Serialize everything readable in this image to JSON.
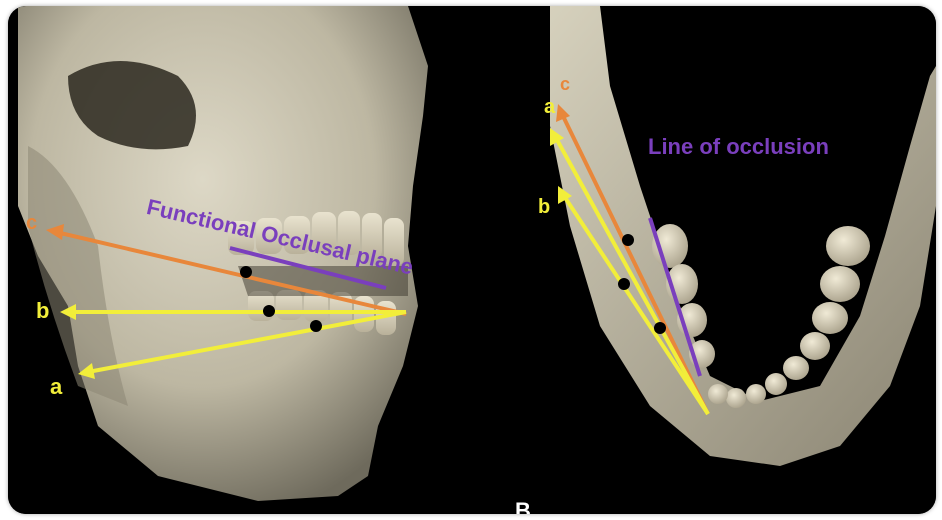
{
  "left_panel": {
    "plane_label": "Functional Occlusal plane",
    "line_labels": {
      "c": "c",
      "b": "b",
      "a": "a"
    }
  },
  "right_panel": {
    "occlusion_label": "Line of occlusion",
    "line_labels": {
      "a": "a",
      "c": "c",
      "b": "b"
    }
  },
  "figure_letter": "B",
  "colors": {
    "orange": "#e8873b",
    "yellow": "#f2ee3a",
    "purple": "#7a3fbd",
    "bone": "#cfcab6",
    "background": "#000000"
  }
}
